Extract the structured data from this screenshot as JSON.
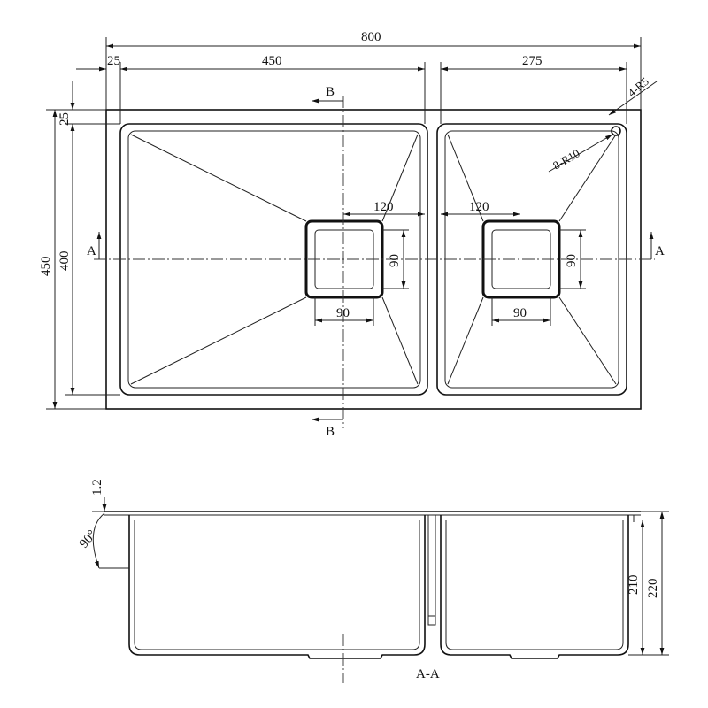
{
  "top_view": {
    "overall_width": "800",
    "flange_left": "25",
    "bowl_left_width": "450",
    "bowl_right_width": "275",
    "corner_outer": "4-R5",
    "overall_depth": "450",
    "bowl_depth": "400",
    "flange_top": "25",
    "inner_corner": "8-R10",
    "drain_left_offset": "120",
    "drain_right_offset": "120",
    "drain_left_width": "90",
    "drain_left_height": "90",
    "drain_right_width": "90",
    "drain_right_height": "90",
    "section_a_left": "A",
    "section_a_right": "A",
    "section_b_top": "B",
    "section_b_bottom": "B"
  },
  "section_view": {
    "thickness": "1.2",
    "angle": "90°",
    "depth_outer": "220",
    "depth_inner": "210",
    "title": "A-A"
  }
}
